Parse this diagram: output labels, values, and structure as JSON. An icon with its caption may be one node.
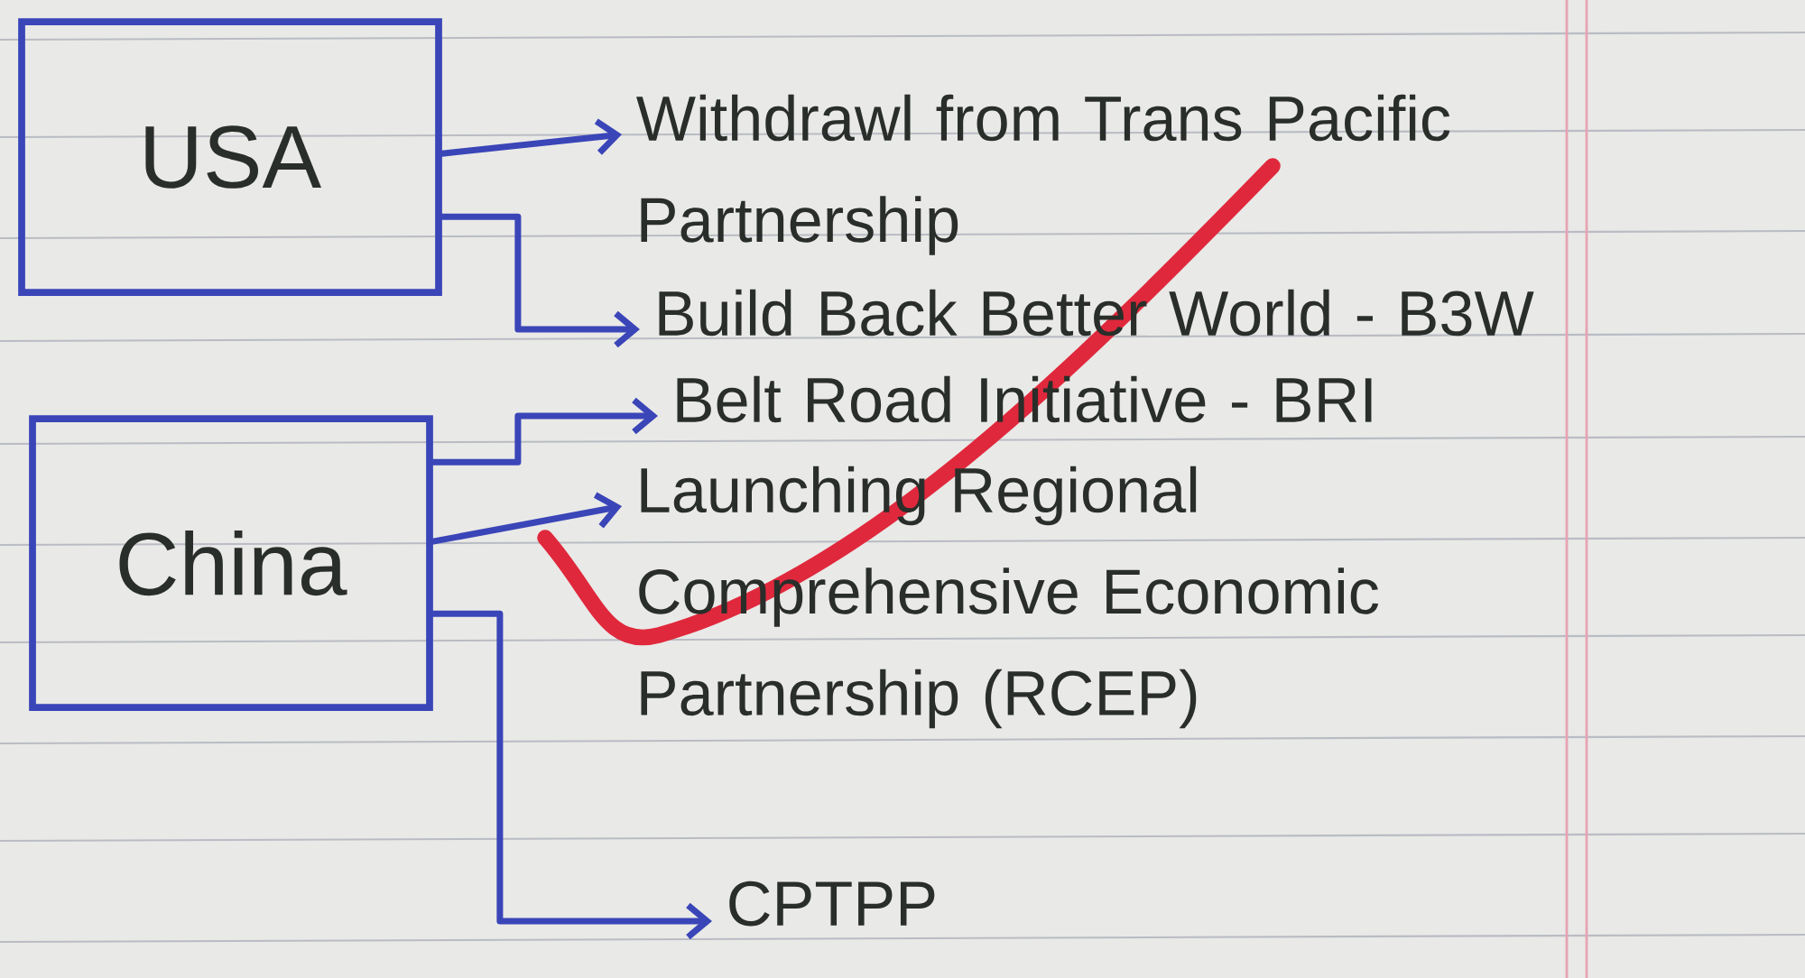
{
  "diagram": {
    "nodes": [
      {
        "text": [
          "USA"
        ]
      },
      {
        "text": [
          "China"
        ]
      },
      {
        "text": [
          "Withdrawl from Trans Pacific Partnership"
        ]
      },
      {
        "text": [
          "Build Back Better World - B3W"
        ]
      },
      {
        "text": [
          "Belt Road Initiative - BRI"
        ]
      },
      {
        "text": [
          "Launching Regional Comprehensive Economic Partnership (RCEP)"
        ]
      },
      {
        "text": [
          "CPTPP"
        ]
      }
    ],
    "edges": [
      {
        "from": 0,
        "to": 2,
        "arrow": "to"
      },
      {
        "from": 0,
        "to": 3,
        "arrow": "to"
      },
      {
        "from": 1,
        "to": 4,
        "arrow": "to"
      },
      {
        "from": 1,
        "to": 5,
        "arrow": "to"
      },
      {
        "from": 1,
        "to": 6,
        "arrow": "to"
      }
    ]
  }
}
